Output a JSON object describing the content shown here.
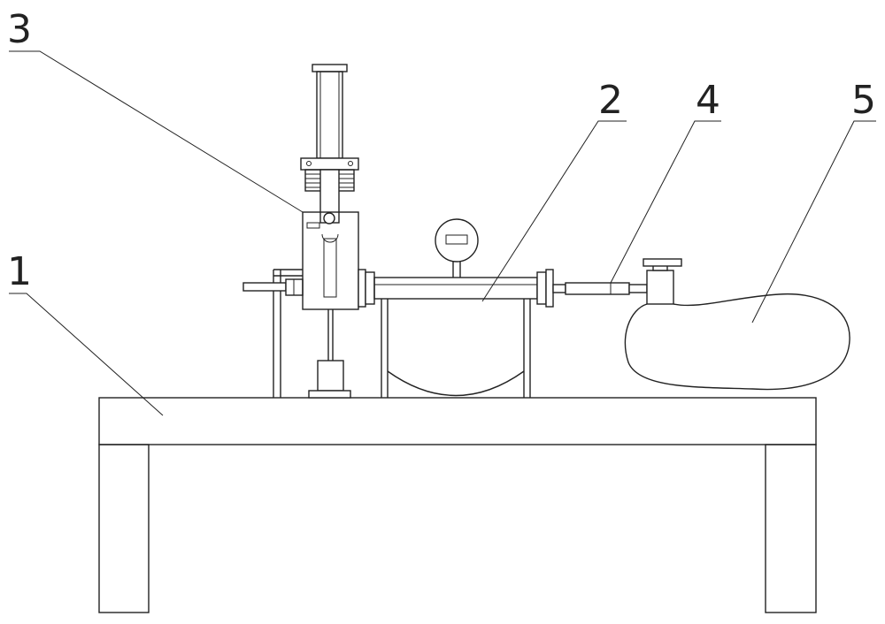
{
  "figure": {
    "labels": {
      "table": "1",
      "pipe": "2",
      "valve_unit": "3",
      "connector": "4",
      "bag": "5"
    }
  }
}
